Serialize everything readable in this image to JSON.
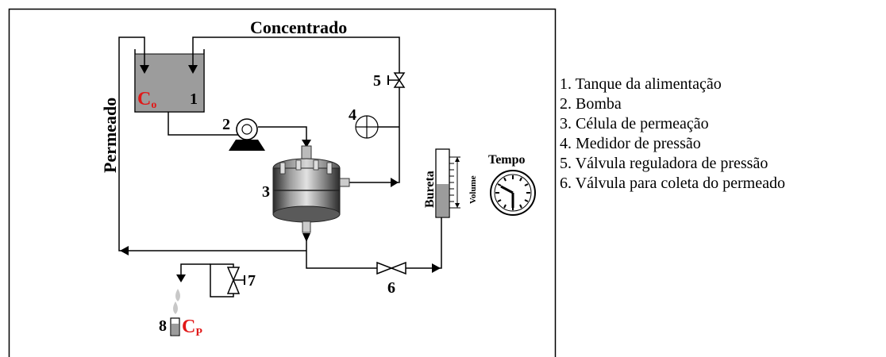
{
  "flows": {
    "concentrate": "Concentrado",
    "permeate": "Permeado"
  },
  "diagram": {
    "tank_c0": "C",
    "tank_c0_sub": "o",
    "tank_num": "1",
    "pump_num": "2",
    "cell_num": "3",
    "gauge_num": "4",
    "valve5_num": "5",
    "valve6_num": "6",
    "valve7_num": "7",
    "vial_num": "8",
    "vial_cp": "C",
    "vial_cp_sub": "P",
    "burette_label": "Bureta",
    "volume_label": "Volume",
    "time_label": "Tempo"
  },
  "legend": [
    "1. Tanque da alimentação",
    "2. Bomba",
    "3. Célula de permeação",
    "4. Medidor de pressão",
    "5. Válvula reguladora de pressão",
    "6. Válvula para coleta do permeado"
  ],
  "colors": {
    "accent_red": "#e11818",
    "tank_liquid": "#9c9c9c"
  }
}
